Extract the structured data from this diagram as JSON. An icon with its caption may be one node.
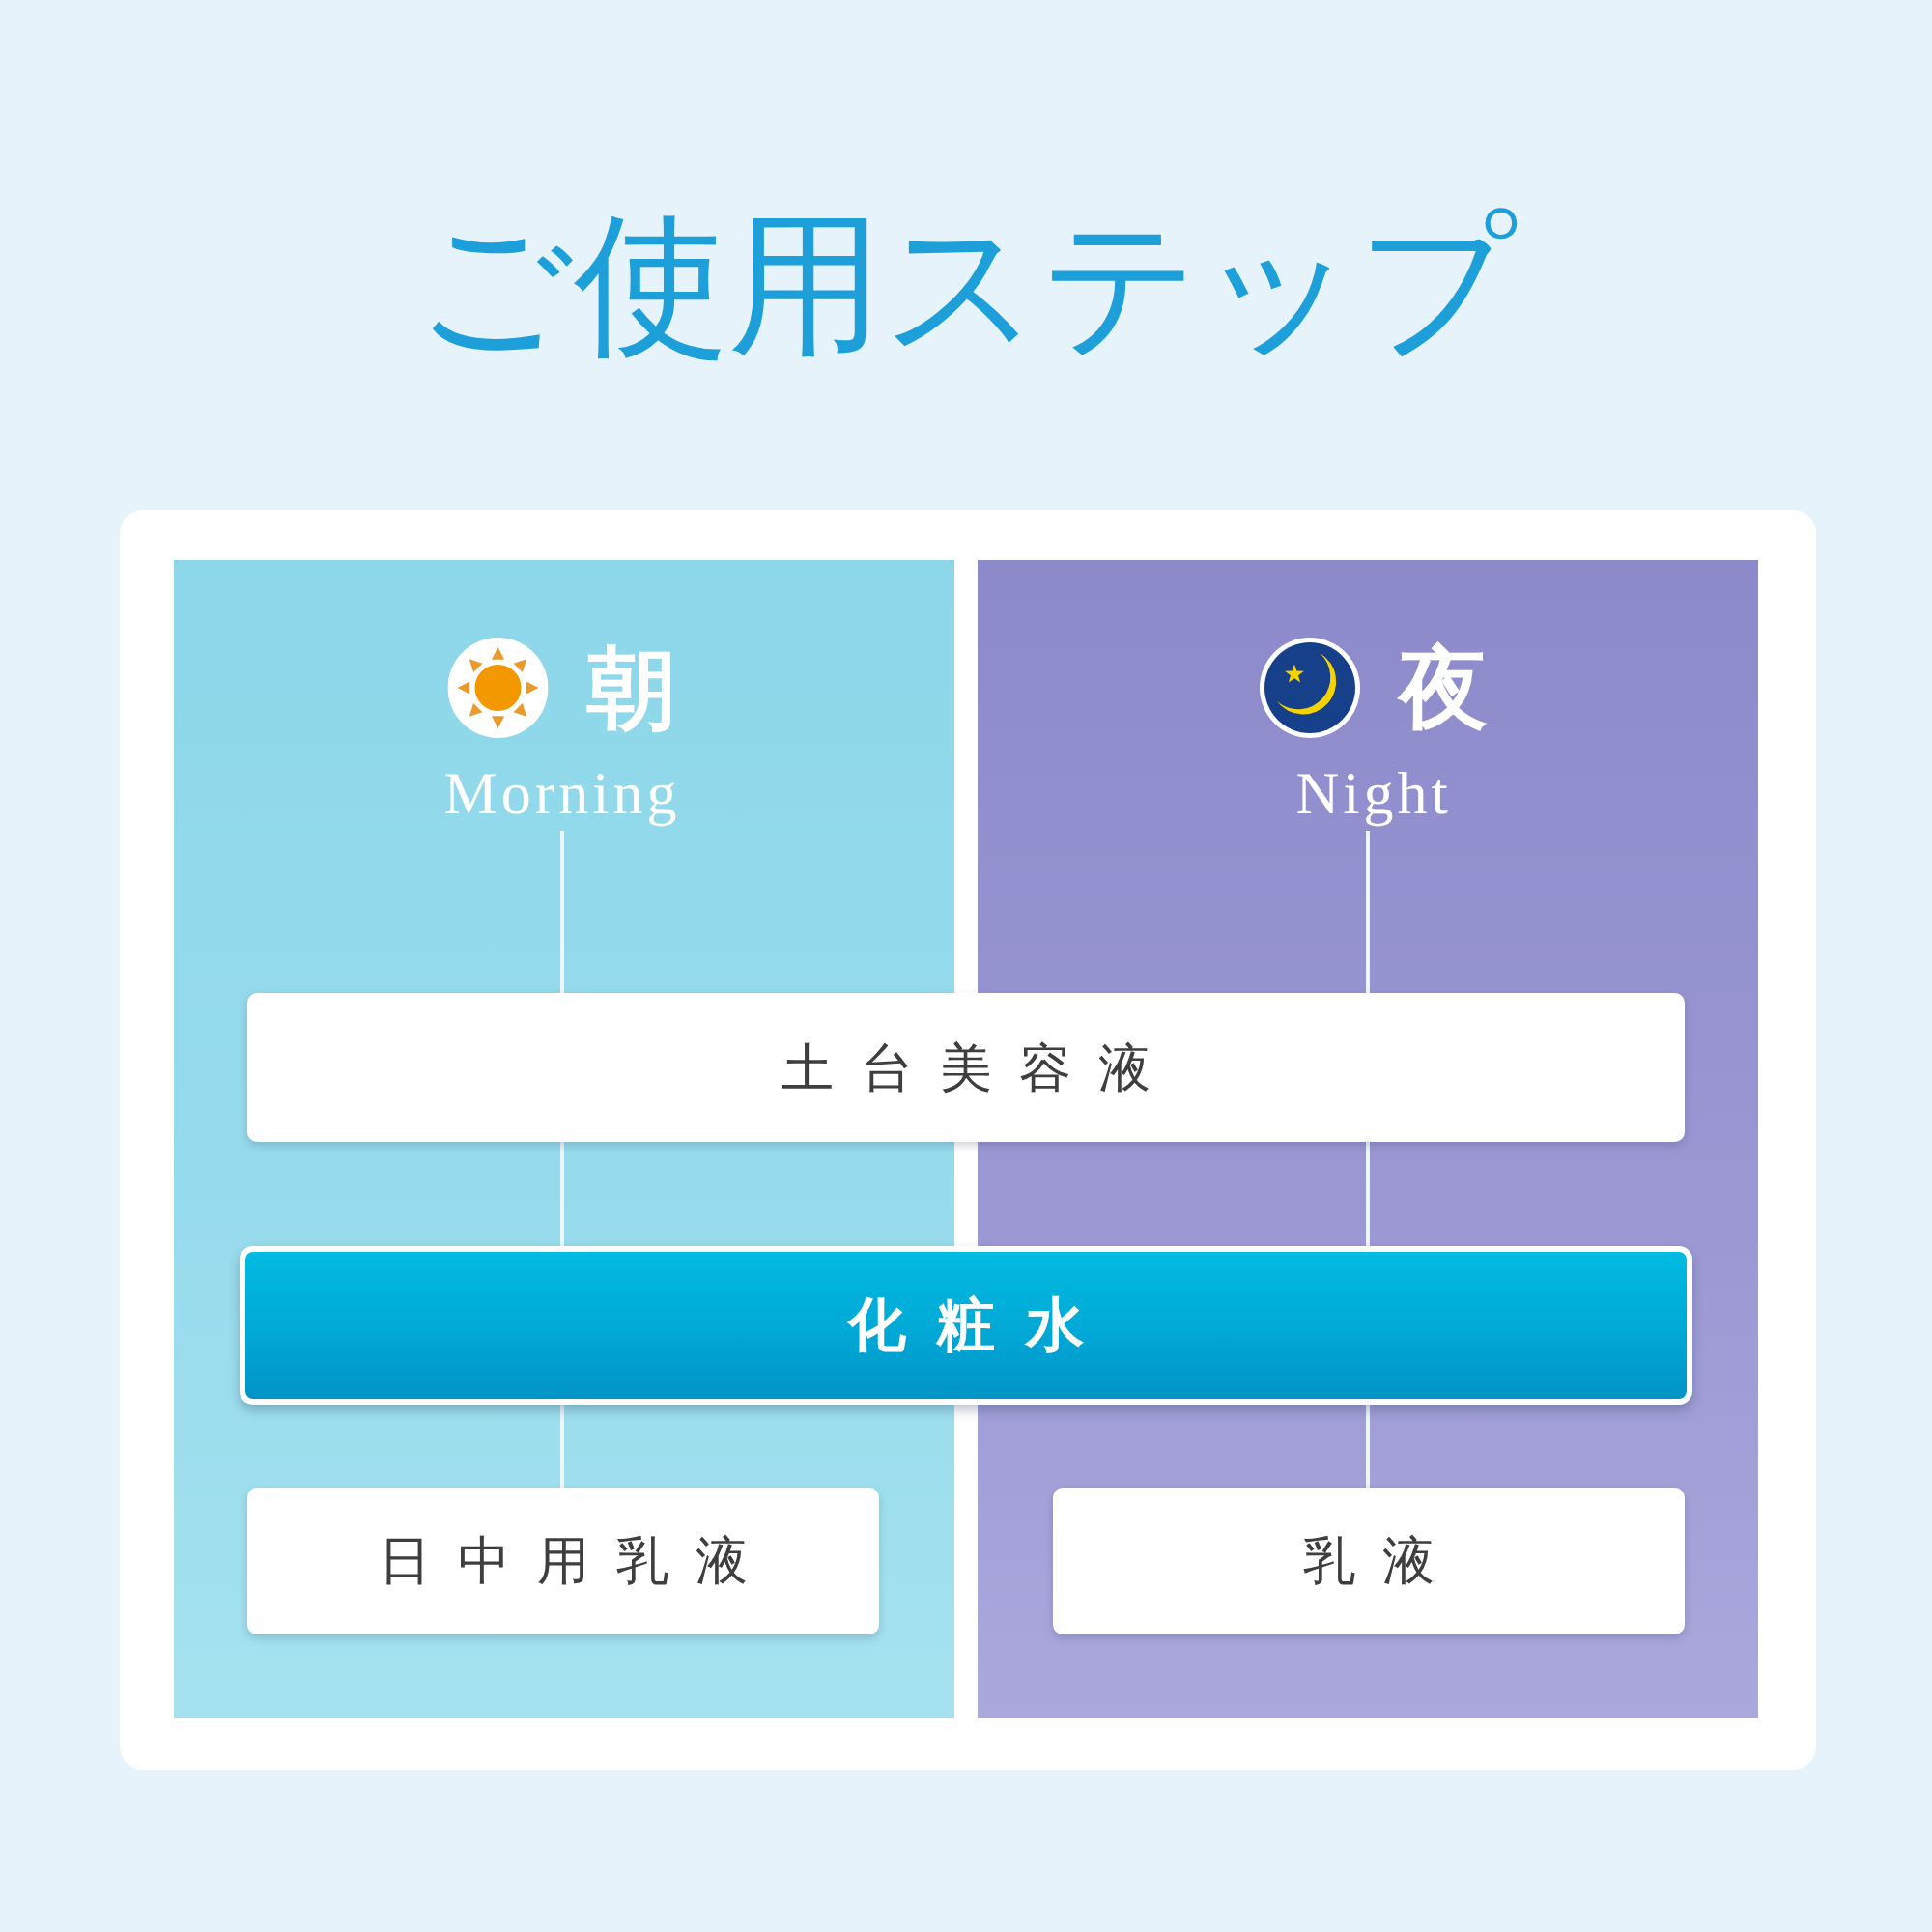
{
  "diagram": {
    "title": "ご使用ステップ",
    "nodes": [
      {
        "text": [],
        "shape": "box"
      },
      {
        "text": [
          "朝",
          "Morning"
        ],
        "in": 0
      },
      {
        "text": [],
        "shape": "box"
      },
      {
        "text": [
          "夜",
          "Night"
        ],
        "in": 2
      },
      {
        "text": [
          "土台美容液"
        ]
      },
      {
        "text": [
          "化粧水"
        ]
      },
      {
        "text": [
          "日中用乳液"
        ],
        "in": 0
      },
      {
        "text": [
          "乳液"
        ],
        "in": 2
      }
    ],
    "edges": [
      {
        "from": 1,
        "to": 4,
        "arrow": "none"
      },
      {
        "from": 4,
        "to": 5,
        "arrow": "none"
      },
      {
        "from": 5,
        "to": 6,
        "arrow": "none"
      },
      {
        "from": 3,
        "to": 4,
        "arrow": "none"
      },
      {
        "from": 4,
        "to": 5,
        "arrow": "none"
      },
      {
        "from": 5,
        "to": 7,
        "arrow": "none"
      }
    ]
  }
}
